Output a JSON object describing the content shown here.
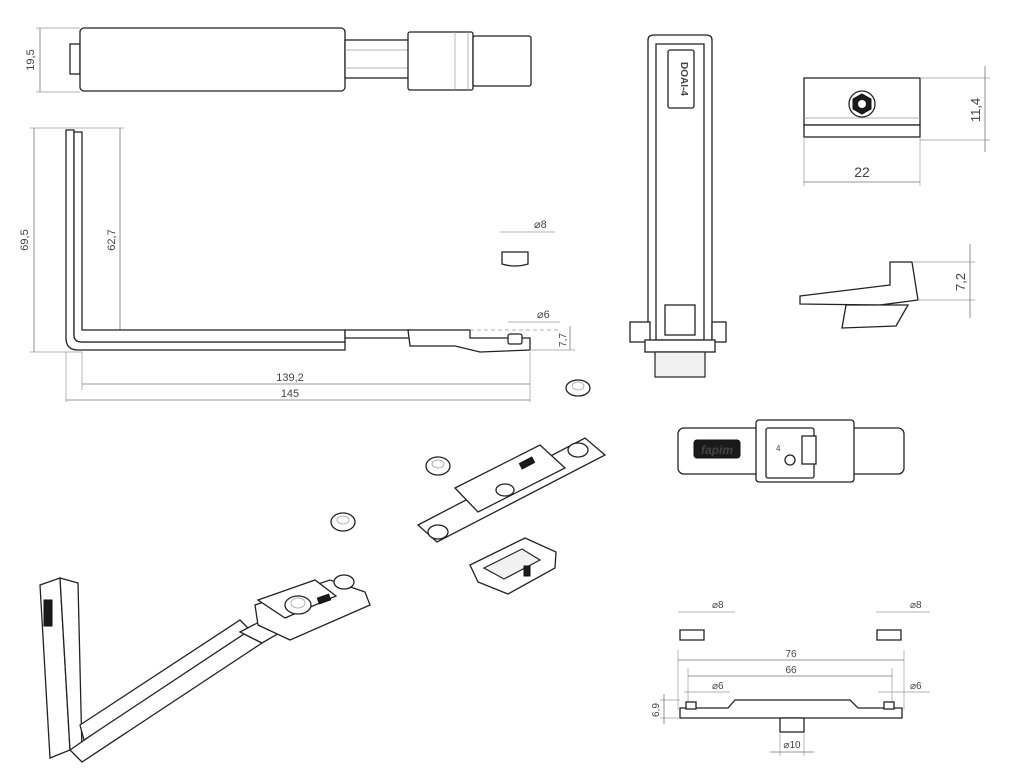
{
  "drawing": {
    "dimensions": {
      "top_height": "19,5",
      "side_total_height": "69,5",
      "side_inner_height": "62,7",
      "pin_height": "7,7",
      "length_inner": "139,2",
      "length_total": "145",
      "diam_pin_small": "⌀6",
      "diam_cap_top": "⌀8",
      "block_height": "11,4",
      "block_width": "22",
      "wedge_height": "7,2",
      "plate_total": "76",
      "plate_inner": "66",
      "plate_height": "6,9",
      "diam_left_pin": "⌀6",
      "diam_right_pin": "⌀6",
      "diam_left_cap": "⌀8",
      "diam_right_cap": "⌀8",
      "diam_bottom_boss": "⌀10"
    },
    "labels": {
      "part_code": "DOAI-4",
      "brand_mark": "fapim",
      "code_small": "4"
    }
  },
  "colors": {
    "line": "#222222",
    "dimension": "#777777",
    "fill_dark": "#1a1a1a"
  }
}
